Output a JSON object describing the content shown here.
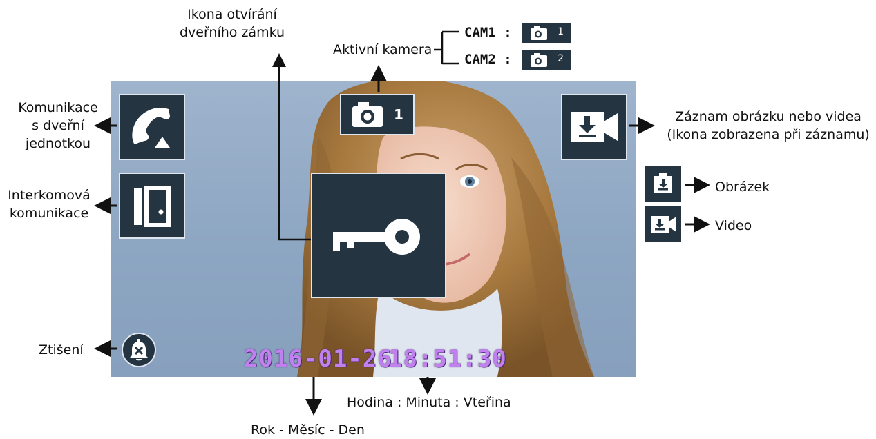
{
  "labels": {
    "lock_icon": [
      "Ikona otvírání",
      "dveřního zámku"
    ],
    "active_camera": "Aktivní kamera",
    "door_comm": [
      "Komunikace",
      "s dveřní",
      "jednotkou"
    ],
    "intercom": [
      "Interkomová",
      "komunikace"
    ],
    "mute": "Ztišení",
    "record": [
      "Záznam obrázku nebo videa",
      "(Ikona zobrazena při záznamu)"
    ],
    "picture": "Obrázek",
    "video": "Video",
    "time_format": "Hodina : Minuta : Vteřina",
    "date_format": "Rok - Měsíc - Den"
  },
  "cameras": [
    {
      "code": "CAM1 :",
      "number": "1"
    },
    {
      "code": "CAM2 :",
      "number": "2"
    }
  ],
  "screen": {
    "camera_number": "1",
    "date": "2016-01-26",
    "time": "18:51:30"
  },
  "icons": [
    "handset-icon",
    "intercom-door-icon",
    "key-icon",
    "camera-icon",
    "record-video-icon",
    "record-picture-icon",
    "mute-bell-icon"
  ],
  "colors": {
    "tile_bg": "#253441",
    "date_text": "#c080ee",
    "screen_bg": "#8da6c2"
  }
}
